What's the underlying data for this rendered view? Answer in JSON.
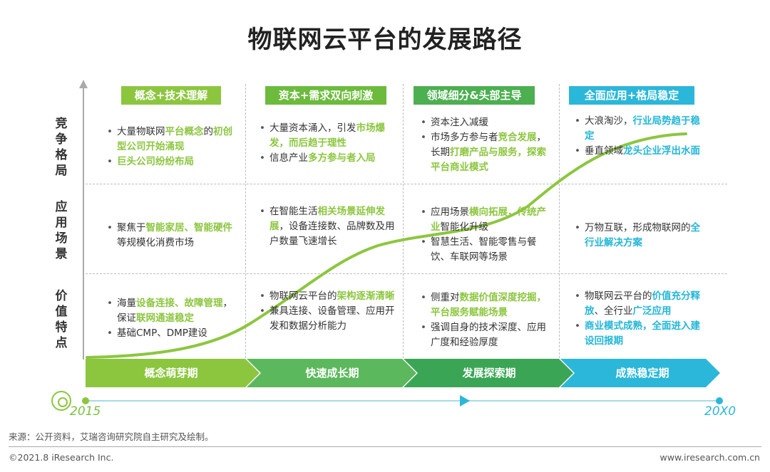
{
  "title": "物联网云平台的发展路径",
  "row_labels": [
    "竞争格局",
    "应用场景",
    "价值特点"
  ],
  "columns": [
    {
      "header": "概念+技术理解",
      "color": "#8cc63f"
    },
    {
      "header": "资本+需求双向刺激",
      "color": "#6cbb3c"
    },
    {
      "header": "领域细分&头部主导",
      "color": "#4caf50"
    },
    {
      "header": "全面应用+格局稳定",
      "color": "#2bb7d9"
    }
  ],
  "cells": {
    "r0c0": {
      "i1a": "大量物联网",
      "i1b": "平台概念",
      "i1c": "的",
      "i1d": "初创型公司开始涌现",
      "i2a": "巨头公司纷纷布局"
    },
    "r0c1": {
      "i1a": "大量资本涌入，引发",
      "i1b": "市场爆发，而后趋于理性",
      "i2a": "信息产业",
      "i2b": "多方参与者入局"
    },
    "r0c2": {
      "i1a": "资本注入减缓",
      "i2a": "市场多方参与者",
      "i2b": "竞合发展",
      "i2c": "，长期",
      "i2d": "打磨产品与服务，探索平台商业模式"
    },
    "r0c3": {
      "i1a": "大浪淘沙，",
      "i1b": "行业局势趋于稳定",
      "i2a": "垂直领域",
      "i2b": "龙头企业浮出水面"
    },
    "r1c0": {
      "i1a": "聚焦于",
      "i1b": "智能家居、智能硬件",
      "i1c": "等规模化消费市场"
    },
    "r1c1": {
      "i1a": "在智能生活",
      "i1b": "相关场景延伸发展",
      "i1c": "，设备连接数、品牌数及用户数量飞速增长"
    },
    "r1c2": {
      "i1a": "应用场景",
      "i1b": "横向拓展，传统产业",
      "i1c": "智能化升级",
      "i2a": "智慧生活、智能零售与餐饮、车联网等场景"
    },
    "r1c3": {
      "i1a": "万物互联，形成物联网的",
      "i1b": "全行业解决方案"
    },
    "r2c0": {
      "i1a": "海量",
      "i1b": "设备连接、故障管理",
      "i1c": "，保证",
      "i1d": "联网通道稳定",
      "i2a": "基础CMP、DMP建设"
    },
    "r2c1": {
      "i1a": "物联网云平台的",
      "i1b": "架构逐渐清晰",
      "i2a": "兼具连接、设备管理、应用开发和数据分析能力"
    },
    "r2c2": {
      "i1a": "侧重对",
      "i1b": "数据价值深度挖掘，平台服务赋能场景",
      "i2a": "强调自身的技术深度、应用广度和经验厚度"
    },
    "r2c3": {
      "i1a": "物联网云平台的",
      "i1b": "价值充分释放",
      "i1c": "、全行业",
      "i1d": "广泛应用",
      "i2a": "商业模式成熟，全面进入建设回报期"
    }
  },
  "stages": [
    {
      "label": "概念萌芽期",
      "color": "#8cc63f"
    },
    {
      "label": "快速成长期",
      "color": "#5cb85c"
    },
    {
      "label": "发展探索期",
      "color": "#3aa655"
    },
    {
      "label": "成熟稳定期",
      "color": "#2bb7d9"
    }
  ],
  "timeline": {
    "start": "2015",
    "end": "20X0"
  },
  "source": "来源：公开资料，艾瑞咨询研究院自主研究及绘制。",
  "copyright": "©2021.8 iResearch Inc.",
  "website": "www.iresearch.com.cn"
}
